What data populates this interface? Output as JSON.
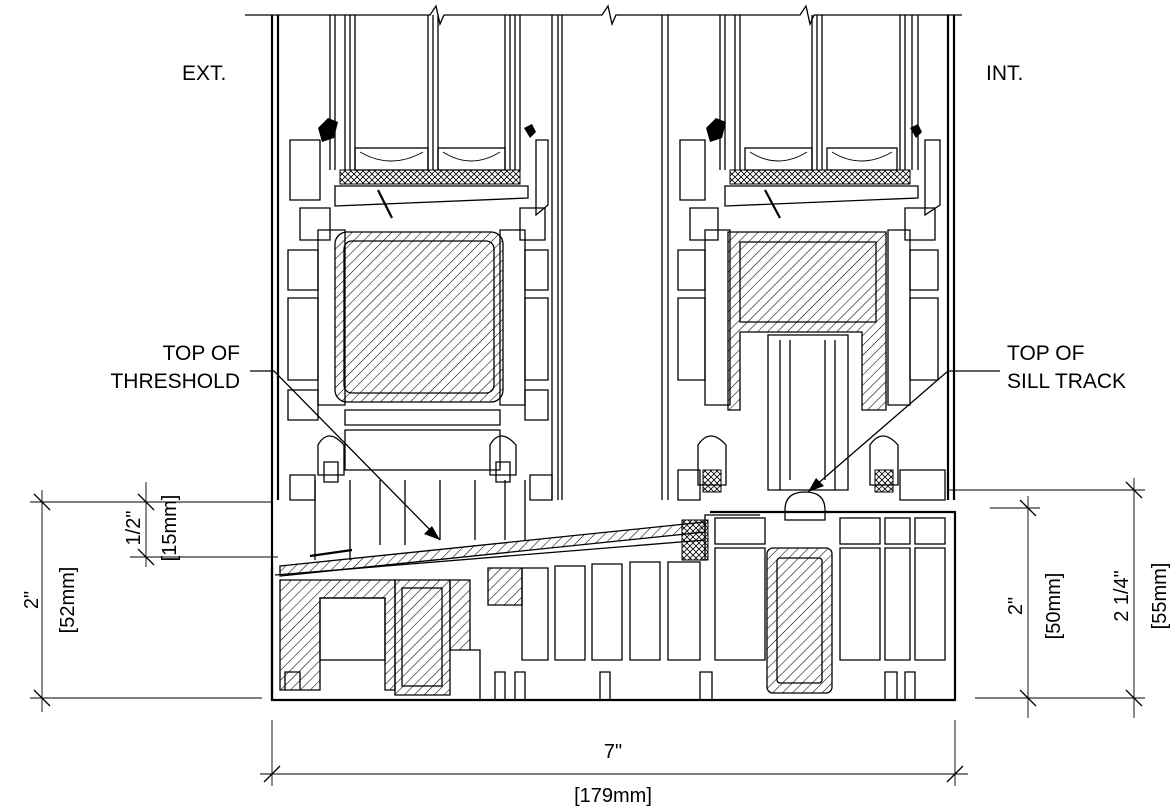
{
  "labels": {
    "exterior": "EXT.",
    "interior": "INT.",
    "threshold_line1": "TOP OF",
    "threshold_line2": "THRESHOLD",
    "sill_line1": "TOP OF",
    "sill_line2": "SILL TRACK"
  },
  "dimensions": {
    "threshold_step_imperial": "1/2\"",
    "threshold_step_metric": "[15mm]",
    "ext_height_imperial": "2\"",
    "ext_height_metric": "[52mm]",
    "int_height_imperial": "2\"",
    "int_height_metric": "[50mm]",
    "int_total_imperial": "2 1/4\"",
    "int_total_metric": "[55mm]",
    "width_imperial": "7\"",
    "width_metric": "[179mm]"
  }
}
